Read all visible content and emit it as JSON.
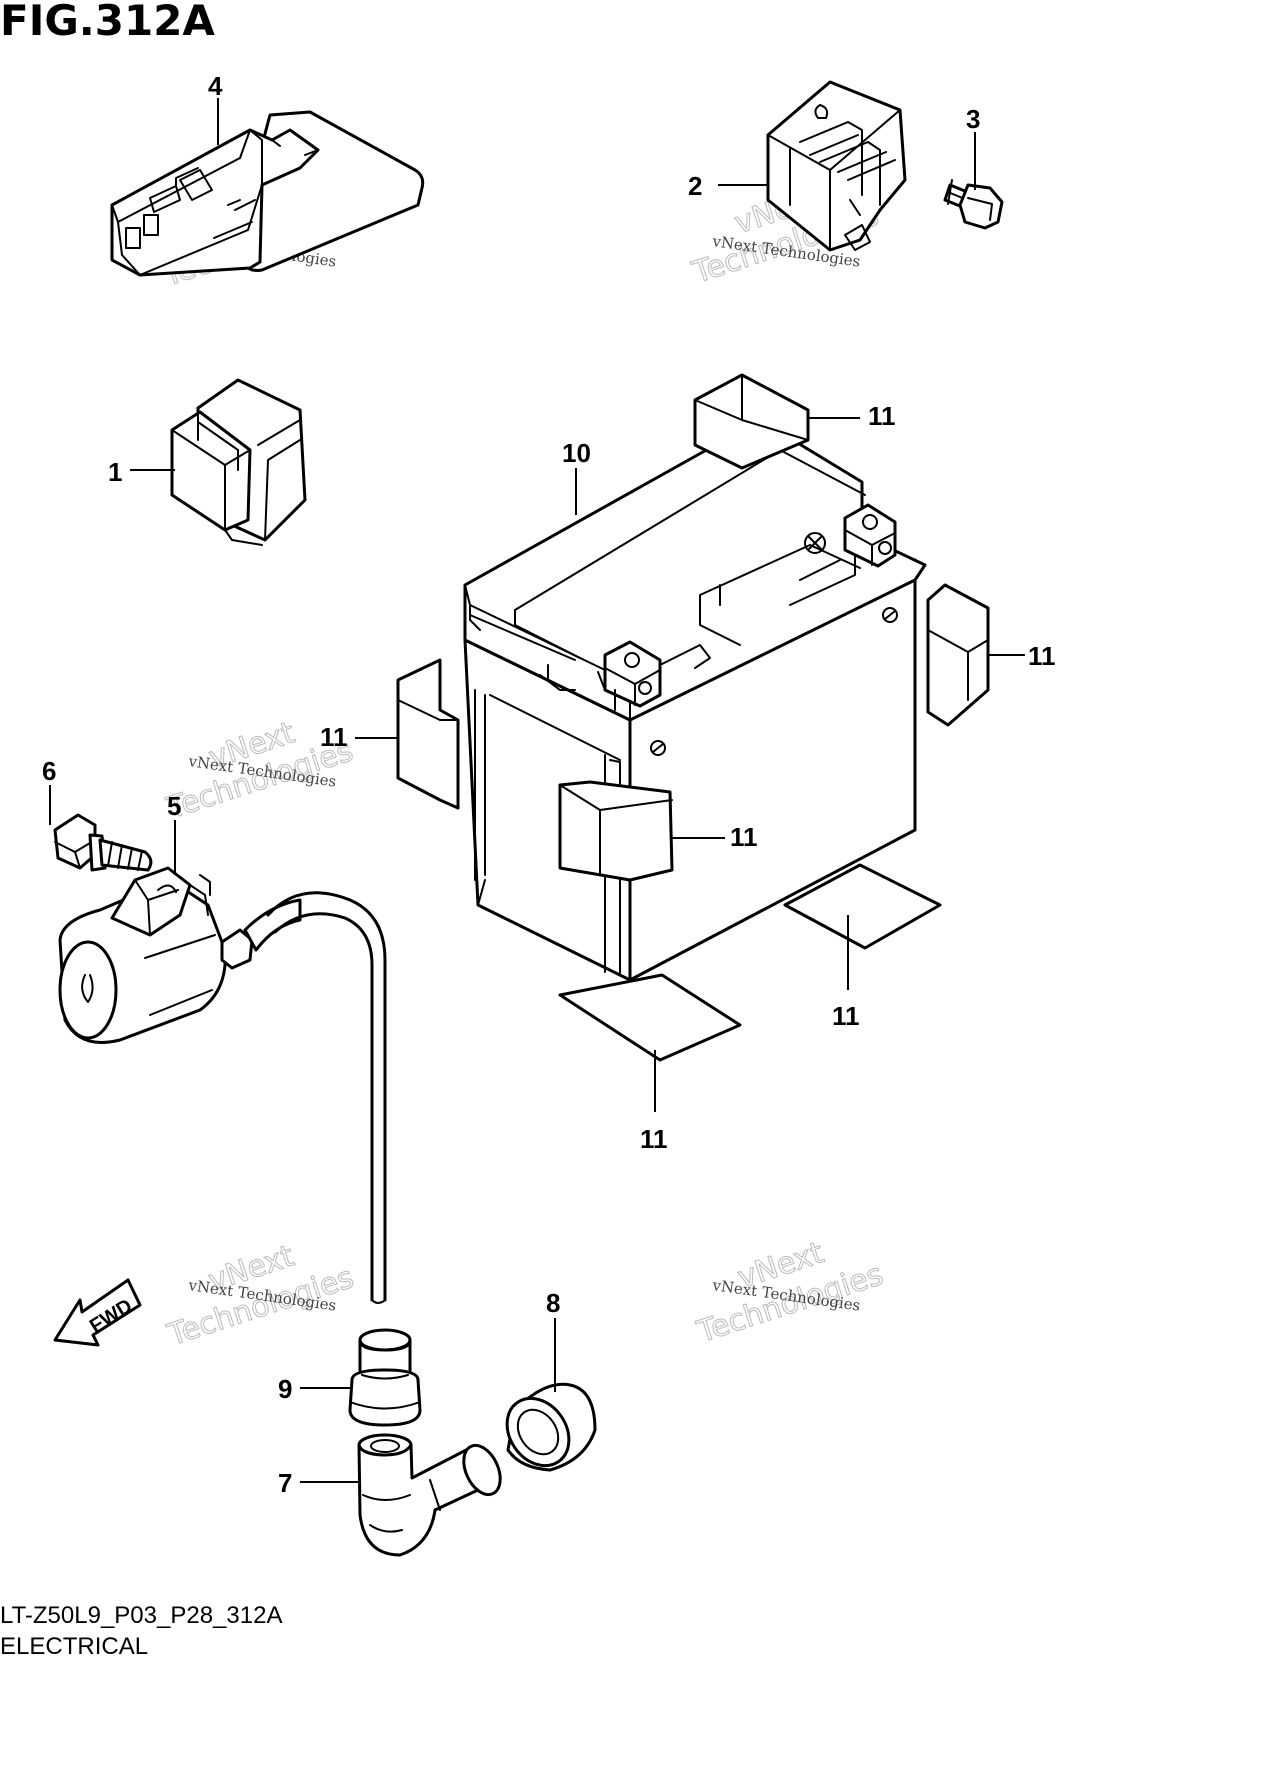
{
  "figure": {
    "title": "FIG.312A",
    "model_code": "LT-Z50L9_P03_P28_312A",
    "section": "ELECTRICAL"
  },
  "direction_badge": "FWD",
  "watermark": {
    "line1": "vNext",
    "line2": "vNext Technologies",
    "line3": "Technologies"
  },
  "callouts": {
    "c1": "1",
    "c2": "2",
    "c3": "3",
    "c4": "4",
    "c5": "5",
    "c6": "6",
    "c7": "7",
    "c8": "8",
    "c9": "9",
    "c10": "10",
    "c11a": "11",
    "c11b": "11",
    "c11c": "11",
    "c11d": "11",
    "c11e": "11",
    "c11f": "11"
  }
}
